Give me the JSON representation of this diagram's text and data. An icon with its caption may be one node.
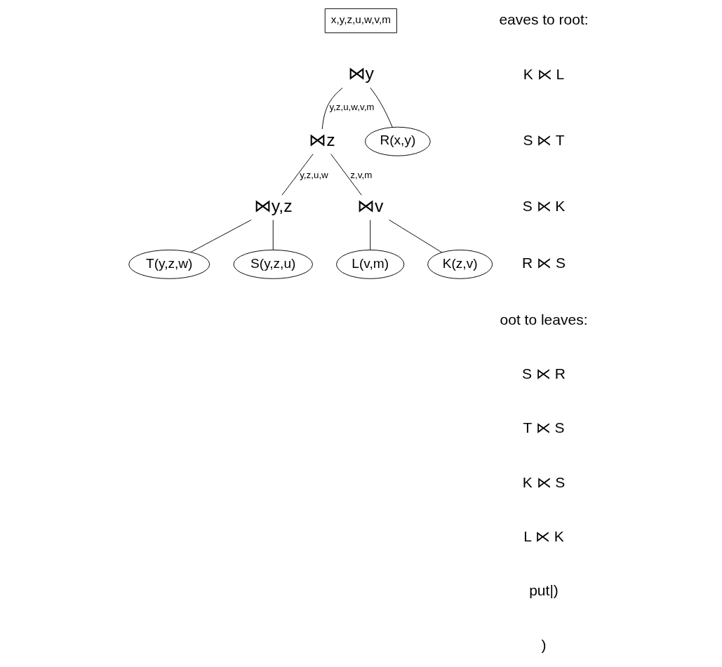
{
  "diagram": {
    "nodes": [
      {
        "text": [
          "⋈y"
        ]
      },
      {
        "text": [
          "⋈z"
        ]
      },
      {
        "text": [
          "R(x,y)"
        ]
      },
      {
        "text": [
          "⋈y,z"
        ]
      },
      {
        "text": [
          "⋈v"
        ]
      },
      {
        "text": [
          "T(y,z,w)"
        ]
      },
      {
        "text": [
          "S(y,z,u)"
        ]
      },
      {
        "text": [
          "L(v,m)"
        ]
      },
      {
        "text": [
          "K(z,v)"
        ]
      }
    ],
    "edges": [
      {
        "from": 0,
        "to": 1,
        "arrow": "none",
        "label": "y,z,u,w,v,m"
      },
      {
        "from": 0,
        "to": 2,
        "arrow": "none"
      },
      {
        "from": 1,
        "to": 3,
        "arrow": "none",
        "label": "y,z,u,w"
      },
      {
        "from": 1,
        "to": 4,
        "arrow": "none",
        "label": "z,v,m"
      },
      {
        "from": 3,
        "to": 5,
        "arrow": "none"
      },
      {
        "from": 3,
        "to": 6,
        "arrow": "none"
      },
      {
        "from": 4,
        "to": 7,
        "arrow": "none"
      },
      {
        "from": 4,
        "to": 8,
        "arrow": "none"
      }
    ],
    "labels": [
      "x,y,z,u,w,v,m",
      "eaves to root:",
      "K ⋉ L",
      "S ⋉ T",
      "S ⋉ K",
      "R ⋉ S",
      "oot to leaves:",
      "S ⋉ R",
      "T ⋉ S",
      "K ⋉ S",
      "L ⋉ K",
      "put|)",
      ")"
    ]
  }
}
